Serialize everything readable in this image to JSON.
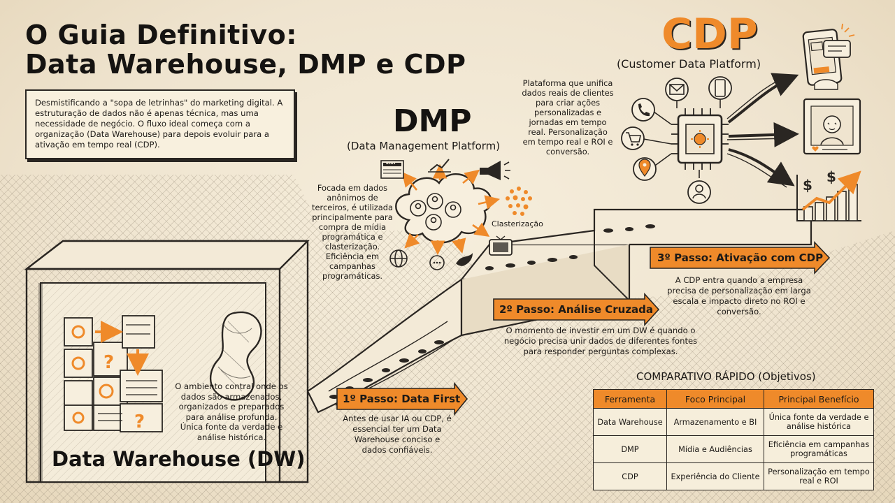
{
  "title": {
    "line1": "O Guia Definitivo:",
    "line2": "Data Warehouse, DMP e CDP"
  },
  "intro": "Desmistificando a \"sopa de letrinhas\" do marketing digital. A estruturação de dados não é apenas técnica, mas uma necessidade de negócio. O fluxo ideal começa com a organização (Data Warehouse) para depois evoluir para a ativação em tempo real (CDP).",
  "dmp": {
    "heading": "DMP",
    "subtitle": "(Data Management Platform)",
    "description": "Focada em dados anônimos de terceiros, é utilizada principalmente para compra de mídia programática e clasterização. Eficiência em campanhas programáticas.",
    "cluster_label": "Clasterização",
    "newspaper_label": "NEWS"
  },
  "cdp": {
    "heading": "CDP",
    "subtitle": "(Customer Data Platform)",
    "description": "Plataforma que unifica dados reais de clientes para criar ações personalizadas e jornadas em tempo real. Personalização em tempo real e ROI e conversão."
  },
  "dw": {
    "heading": "Data Warehouse (DW)",
    "description": "O ambiento contral onde os dados são armazenados, organizados e preparados para análise profunda. Única fonte da verdade e análise histórica."
  },
  "steps": [
    {
      "label": "1º Passo: Data First",
      "text": "Antes de usar IA ou CDP, é essencial ter um Data Warehouse conciso e dados confiáveis."
    },
    {
      "label": "2º Passo: Análise Cruzada",
      "text": "O momento de investir em um DW é quando o negócio precisa unir dados de diferentes fontes para responder perguntas complexas."
    },
    {
      "label": "3º Passo: Ativação com CDP",
      "text": "A CDP entra quando a empresa precisa de personalização em larga escala e impacto direto no ROI e conversão."
    }
  ],
  "comparison": {
    "title": "COMPARATIVO RÁPIDO (Objetivos)",
    "headers": [
      "Ferramenta",
      "Foco Principal",
      "Principal Benefício"
    ],
    "rows": [
      [
        "Data Warehouse",
        "Armazenamento e BI",
        "Única fonte da verdade e análise histórica"
      ],
      [
        "DMP",
        "Mídia e Audiências",
        "Eficiência em campanhas programáticas"
      ],
      [
        "CDP",
        "Experiência do Cliente",
        "Personalização em tempo real e ROI"
      ]
    ]
  },
  "colors": {
    "accent": "#ef8a2a",
    "ink": "#1d1a17",
    "paper": "#efe4cf"
  },
  "icons": [
    "newspaper-icon",
    "line-chart-icon",
    "megaphone-icon",
    "cloud-icon",
    "user-icon",
    "globe-icon",
    "chat-bubble-icon",
    "bird-icon",
    "tv-icon",
    "cluster-dots-icon",
    "email-icon",
    "smartphone-icon",
    "phone-icon",
    "cart-icon",
    "location-pin-icon",
    "processor-chip-icon",
    "profile-card-icon",
    "bar-chart-icon",
    "dollar-icon",
    "cube-icon",
    "gear-icon",
    "question-icon",
    "peanut-icon"
  ]
}
